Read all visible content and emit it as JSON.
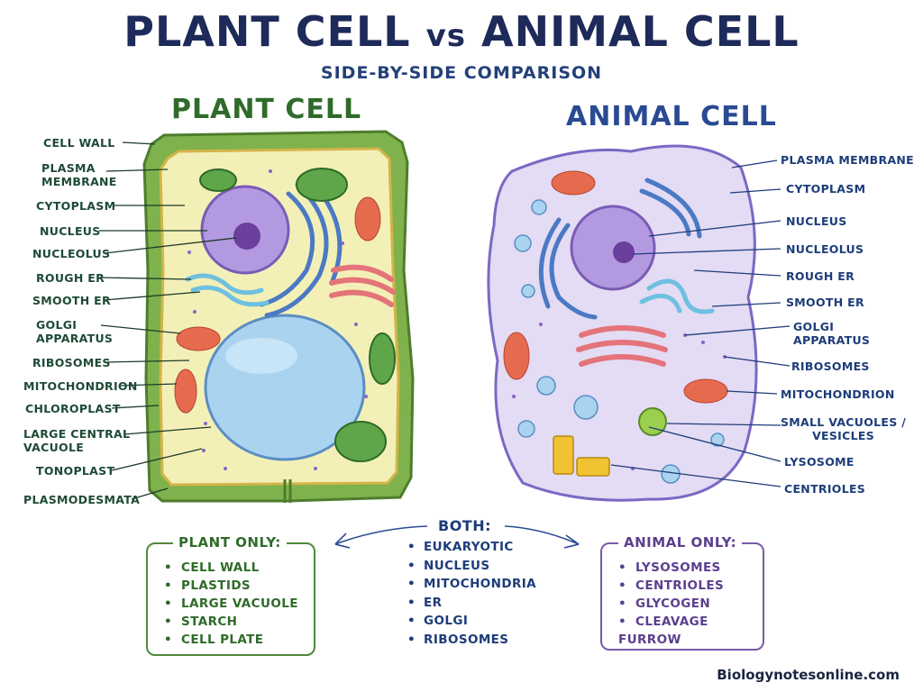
{
  "title": {
    "part1": "PLANT CELL",
    "vs": "vs",
    "part2": "ANIMAL CELL"
  },
  "subtitle": "SIDE-BY-SIDE COMPARISON",
  "plant": {
    "heading": "PLANT CELL",
    "labels": [
      "CELL WALL",
      "PLASMA\nMEMBRANE",
      "CYTOPLASM",
      "NUCLEUS",
      "NUCLEOLUS",
      "ROUGH ER",
      "SMOOTH ER",
      "GOLGI\nAPPARATUS",
      "RIBOSOMES",
      "MITOCHONDRION",
      "CHLOROPLAST",
      "LARGE CENTRAL\nVACUOLE",
      "TONOPLAST",
      "PLASMODESMATA"
    ]
  },
  "animal": {
    "heading": "ANIMAL CELL",
    "labels": [
      "PLASMA MEMBRANE",
      "CYTOPLASM",
      "NUCLEUS",
      "NUCLEOLUS",
      "ROUGH ER",
      "SMOOTH ER",
      "GOLGI\nAPPARATUS",
      "RIBOSOMES",
      "MITOCHONDRION",
      "SMALL VACUOLES /\nVESICLES",
      "LYSOSOME",
      "CENTRIOLES"
    ]
  },
  "plant_only": {
    "title": "PLANT ONLY:",
    "items": [
      "CELL WALL",
      "PLASTIDS",
      "LARGE VACUOLE",
      "STARCH",
      "CELL PLATE"
    ]
  },
  "both": {
    "title": "BOTH:",
    "items": [
      "EUKARYOTIC",
      "NUCLEUS",
      "MITOCHONDRIA",
      "ER",
      "GOLGI",
      "RIBOSOMES"
    ]
  },
  "animal_only": {
    "title": "ANIMAL ONLY:",
    "items": [
      "LYSOSOMES",
      "CENTRIOLES",
      "GLYCOGEN",
      "CLEAVAGE FURROW"
    ]
  },
  "footer": "Biologynotesonline.com",
  "colors": {
    "plant_green": "#2f6b2a",
    "animal_blue": "#2a4a93",
    "animal_purple": "#5b3f8e",
    "vacuole": "#a9d3ef",
    "nucleus": "#b39ae0"
  }
}
